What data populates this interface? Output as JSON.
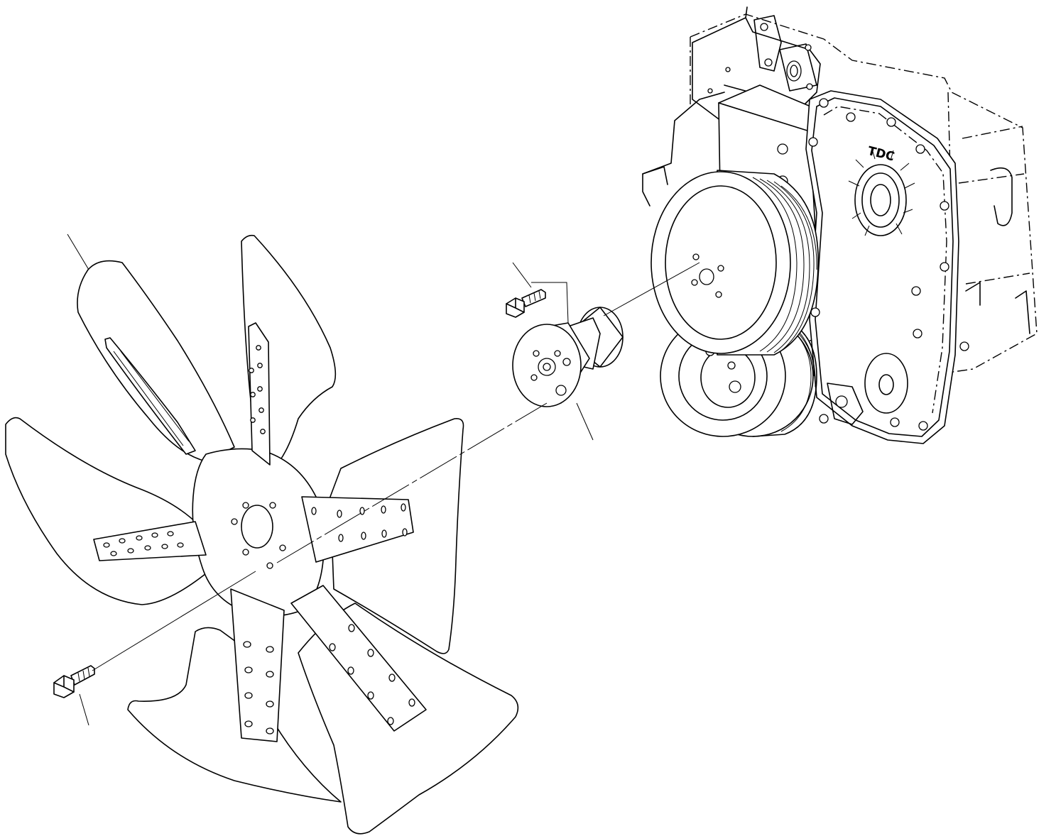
{
  "diagram": {
    "type": "exploded-parts-view",
    "labels": {
      "timing_mark": "TDC"
    },
    "parts": [
      {
        "id": "fan",
        "name": "fan-blade-assembly",
        "blades": 6
      },
      {
        "id": "fan-bolt",
        "name": "fan-mounting-bolt"
      },
      {
        "id": "spacer",
        "name": "fan-spacer"
      },
      {
        "id": "spacer-bolt",
        "name": "spacer-mounting-bolt"
      },
      {
        "id": "fan-pulley",
        "name": "fan-drive-pulley"
      },
      {
        "id": "crank-pulley",
        "name": "crankshaft-pulley"
      },
      {
        "id": "engine",
        "name": "engine-front-gear-cover"
      }
    ]
  }
}
